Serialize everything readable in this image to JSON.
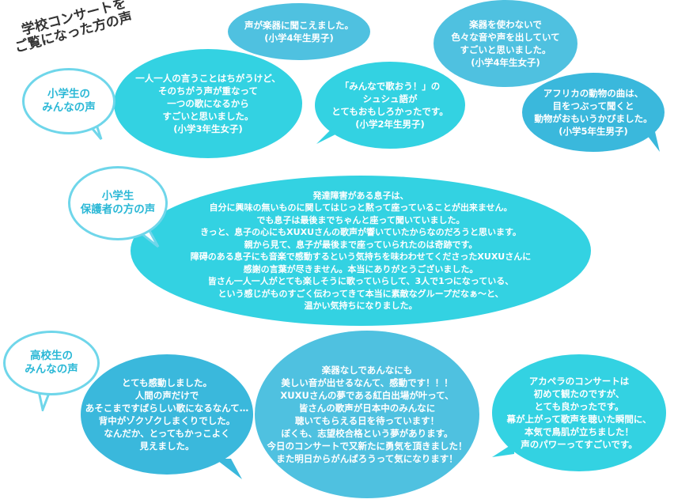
{
  "title": {
    "line1": "学校コンサートを",
    "line2": "ご覧になった方の声"
  },
  "colors": {
    "bubble_cyan": "#33d2e2",
    "bubble_sky": "#4fc1e0",
    "bubble_blue": "#3ab8dc",
    "label_border": "#6fd6ea",
    "label_text": "#2bb8d6",
    "title_text": "#333333"
  },
  "sections": {
    "elementary": {
      "label": "小学生の\nみんなの声",
      "comments": [
        {
          "text": "一人一人の言うことはちがうけど、\nそのちがう声が重なって\n一つの歌になるから\nすごいと思いました。\n(小学3年生女子)"
        },
        {
          "text": "声が楽器に聞こえました。\n(小学4年生男子)"
        },
        {
          "text": "「みんなで歌おう！」の\nシュシュ語が\nとてもおもしろかったです。\n(小学2年生男子)"
        },
        {
          "text": "楽器を使わないで\n色々な音や声を出していて\nすごいと思いました。\n(小学4年生女子)"
        },
        {
          "text": "アフリカの動物の曲は、\n目をつぶって聞くと\n動物がおもいうかびました。\n(小学5年生男子)"
        }
      ]
    },
    "parents": {
      "label": "小学生\n保護者の方の声",
      "comments": [
        {
          "text": "発達障害がある息子は、\n自分に興味の無いものに関してはじっと黙って座っていることが出来ません。\nでも息子は最後までちゃんと座って聞いていました。\nきっと、息子の心にもXUXUさんの歌声が響いていたからなのだろうと思います。\n親から見て、息子が最後まで座っていられたのは奇跡です。\n障碍のある息子にも音楽で感動するという気持ちを味わわせてくださったXUXUさんに\n感謝の言葉が尽きません。本当にありがとうございました。\n皆さん一人一人がとても楽しそうに歌っていらして、3人で1つになっている、\nという感じがものすごく伝わってきて本当に素敵なグループだなぁ〜と、\n温かい気持ちになりました。"
        }
      ]
    },
    "highschool": {
      "label": "高校生の\nみんなの声",
      "comments": [
        {
          "text": "とても感動しました。\n人間の声だけで\nあそこまですばらしい歌になるなんて…\n背中がゾクゾクしまくりでした。\nなんだか、とってもかっこよく\n見えました。"
        },
        {
          "text": "楽器なしであんなにも\n美しい音が出せるなんて、感動です！！！\nXUXUさんの夢である紅白出場が叶って、\n皆さんの歌声が日本中のみんなに\n聴いてもらえる日を待っています！\nぼくも、志望校合格という夢があります。\n今日のコンサートで又新たに勇気を頂きました！\nまた明日からがんばろうって気になります！"
        },
        {
          "text": "アカペラのコンサートは\n初めて観たのですが、\nとても良かったです。\n幕が上がって歌声を聴いた瞬間に、\n本気で鳥肌が立ちました！\n声のパワーってすごいです。"
        }
      ]
    }
  }
}
